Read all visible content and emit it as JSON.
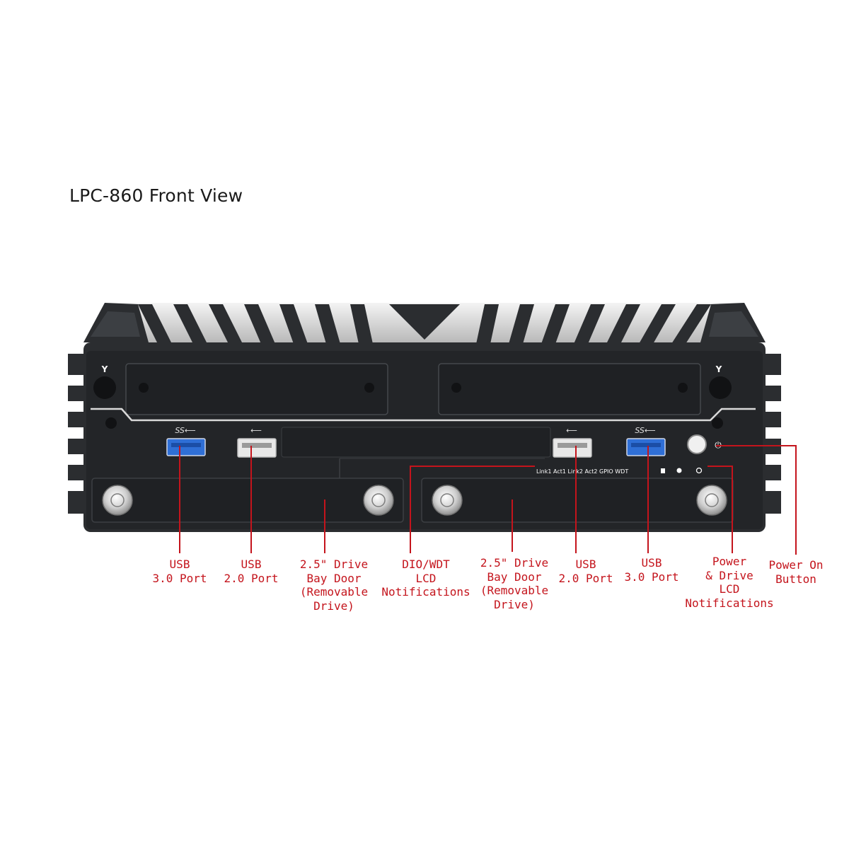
{
  "title": "LPC-860 Front View",
  "panel_legend": "Link1 Act1 Link2 Act2  GPIO  WDT",
  "callouts": [
    {
      "id": "usb3-left",
      "text": "USB\n3.0 Port"
    },
    {
      "id": "usb2-left",
      "text": "USB\n2.0 Port"
    },
    {
      "id": "drive-left",
      "text": "2.5\" Drive\nBay Door\n(Removable\nDrive)"
    },
    {
      "id": "dio-wdt",
      "text": "DIO/WDT\nLCD\nNotifications"
    },
    {
      "id": "drive-right",
      "text": "2.5\" Drive\nBay Door\n(Removable\nDrive)"
    },
    {
      "id": "usb2-right",
      "text": "USB\n2.0 Port"
    },
    {
      "id": "usb3-right",
      "text": "USB\n3.0 Port"
    },
    {
      "id": "power-lcd",
      "text": "Power\n& Drive\nLCD\nNotifications"
    },
    {
      "id": "power-btn",
      "text": "Power On\nButton"
    }
  ],
  "colors": {
    "callout": "#c4141c",
    "chassis": "#2b2d30",
    "usb3": "#2f6fd6",
    "usb2": "#e8e8e8"
  }
}
